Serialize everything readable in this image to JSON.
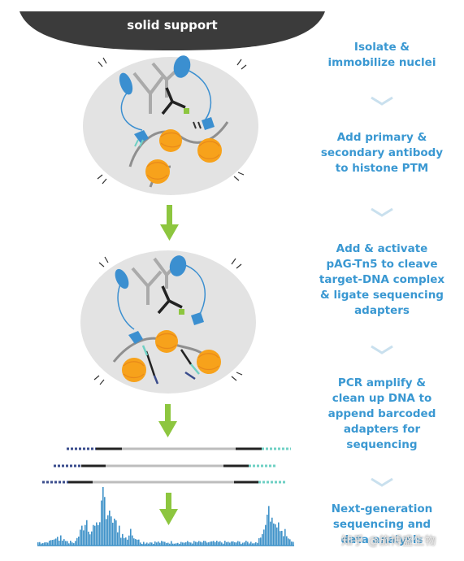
{
  "support": {
    "label": "solid support"
  },
  "steps": [
    {
      "text": "Isolate &\nimmobilize nuclei"
    },
    {
      "text": "Add primary &\nsecondary antibody\nto histone PTM"
    },
    {
      "text": "Add & activate\npAG-Tn5 to cleave\ntarget-DNA complex\n& ligate sequencing\nadapters"
    },
    {
      "text": "PCR amplify &\nclean up DNA to\nappend barcoded\nadapters for\nsequencing"
    },
    {
      "text": "Next-generation\nsequencing and\ndata analysis"
    }
  ],
  "watermark": {
    "text": "知乎 @旅博盛生物"
  },
  "icons": {
    "step_separator": "chevron-down-icon",
    "flow_arrow": "arrow-down-icon"
  },
  "colors": {
    "support": "#3b3b3b",
    "nucleus": "#e3e3e3",
    "step_text": "#3a98d2",
    "chevron": "#c9e0ee",
    "arrow": "#8dc63f",
    "antibody_blue": "#3b8fd0",
    "nucleosome": "#f7a21b",
    "adapter_teal": "#6fd0c4",
    "adapter_navy": "#3a4c8c",
    "peaks": "#3f92c9"
  }
}
